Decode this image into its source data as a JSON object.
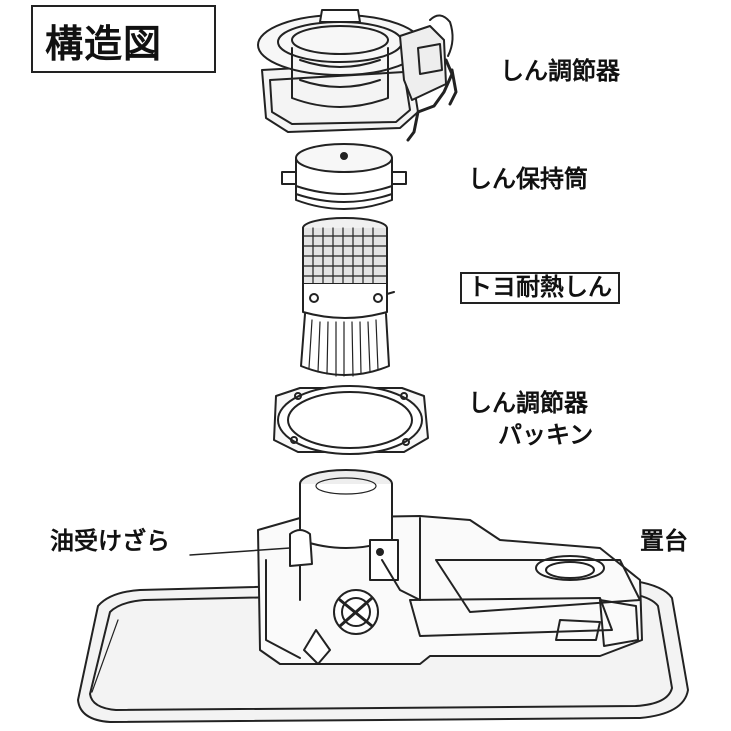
{
  "title": "構造図",
  "parts": {
    "wick_adjuster": "しん調節器",
    "wick_holder": "しん保持筒",
    "wick": "トヨ耐熱しん",
    "packing_line1": "しん調節器",
    "packing_line2": "パッキン",
    "oil_tray": "油受けざら",
    "base": "置台"
  }
}
